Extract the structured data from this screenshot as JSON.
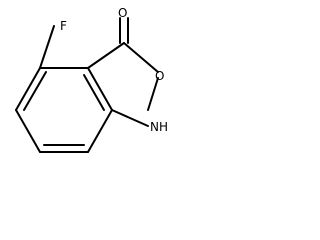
{
  "molecule": {
    "atoms": {
      "fluorine": "F",
      "carbonyl_oxygen": "O",
      "ring_oxygen": "O",
      "nitrogen_h": "NH"
    }
  },
  "colors": {
    "background": "#ffffff",
    "bond": "#000000",
    "label": "#000000"
  }
}
